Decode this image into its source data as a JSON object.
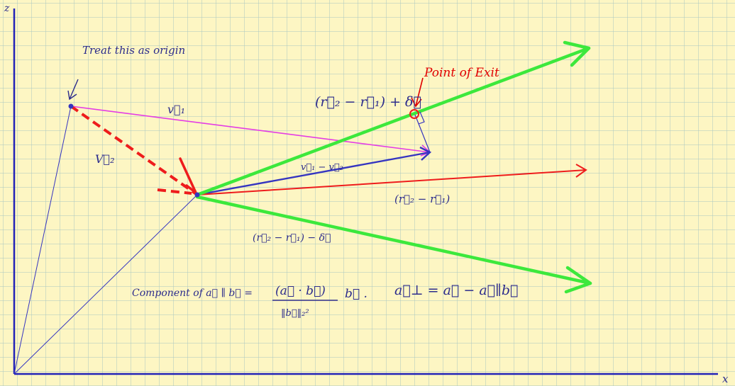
{
  "axes": {
    "z_label": "z",
    "x_label": "x"
  },
  "annotations": {
    "origin_note": "Treat this as origin",
    "exit_note": "Point of Exit",
    "v1": "v⃗₁",
    "v2": "V⃗₂",
    "v1_minus_v2": "v⃗₁ − v⃗₂",
    "r2_minus_r1": "(r⃗₂ − r⃗₁)",
    "plus_delta": "(r⃗₂ − r⃗₁) + δ⃗",
    "minus_delta": "(r⃗₂ − r⃗₁) − δ⃗"
  },
  "formula": {
    "component_label": "Component of a⃗ ∥ b⃗ =",
    "numerator": "(a⃗ · b⃗)",
    "b_vec": "b⃗ .",
    "denominator": "‖b⃗‖₂²",
    "perp": "a⃗⊥ = a⃗ − a⃗∥b⃗"
  },
  "colors": {
    "background": "#fdf6c3",
    "grid": "#a9c7c2",
    "axis": "#2323b8",
    "magenta": "#e43de4",
    "blue": "#3535c0",
    "red": "#ee1c1c",
    "green": "#3ce83c",
    "red_text": "#e00000",
    "ink": "#2c2c8c"
  }
}
